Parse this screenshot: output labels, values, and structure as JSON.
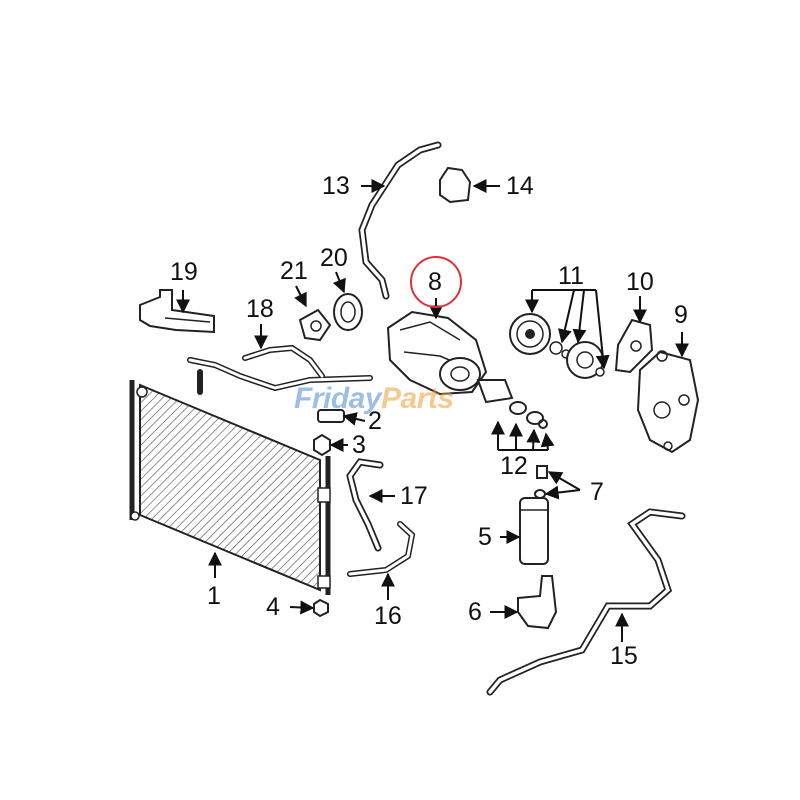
{
  "watermark": {
    "part1": "Friday",
    "part2": "Parts"
  },
  "highlight_color": "#e0303a",
  "callouts": [
    {
      "label": "1",
      "part": "condenser"
    },
    {
      "label": "2",
      "part": "bolt"
    },
    {
      "label": "3",
      "part": "nut"
    },
    {
      "label": "4",
      "part": "nut"
    },
    {
      "label": "5",
      "part": "receiver-drier"
    },
    {
      "label": "6",
      "part": "bracket"
    },
    {
      "label": "7",
      "part": "o-rings"
    },
    {
      "label": "8",
      "part": "compressor",
      "highlighted": true
    },
    {
      "label": "9",
      "part": "bracket"
    },
    {
      "label": "10",
      "part": "bracket"
    },
    {
      "label": "11",
      "part": "clutch"
    },
    {
      "label": "12",
      "part": "o-rings"
    },
    {
      "label": "13",
      "part": "suction-hose"
    },
    {
      "label": "14",
      "part": "clip"
    },
    {
      "label": "15",
      "part": "liquid-line"
    },
    {
      "label": "16",
      "part": "pipe"
    },
    {
      "label": "17",
      "part": "discharge-hose"
    },
    {
      "label": "18",
      "part": "pipe"
    },
    {
      "label": "19",
      "part": "bracket"
    },
    {
      "label": "20",
      "part": "grommet"
    },
    {
      "label": "21",
      "part": "grommet"
    }
  ]
}
